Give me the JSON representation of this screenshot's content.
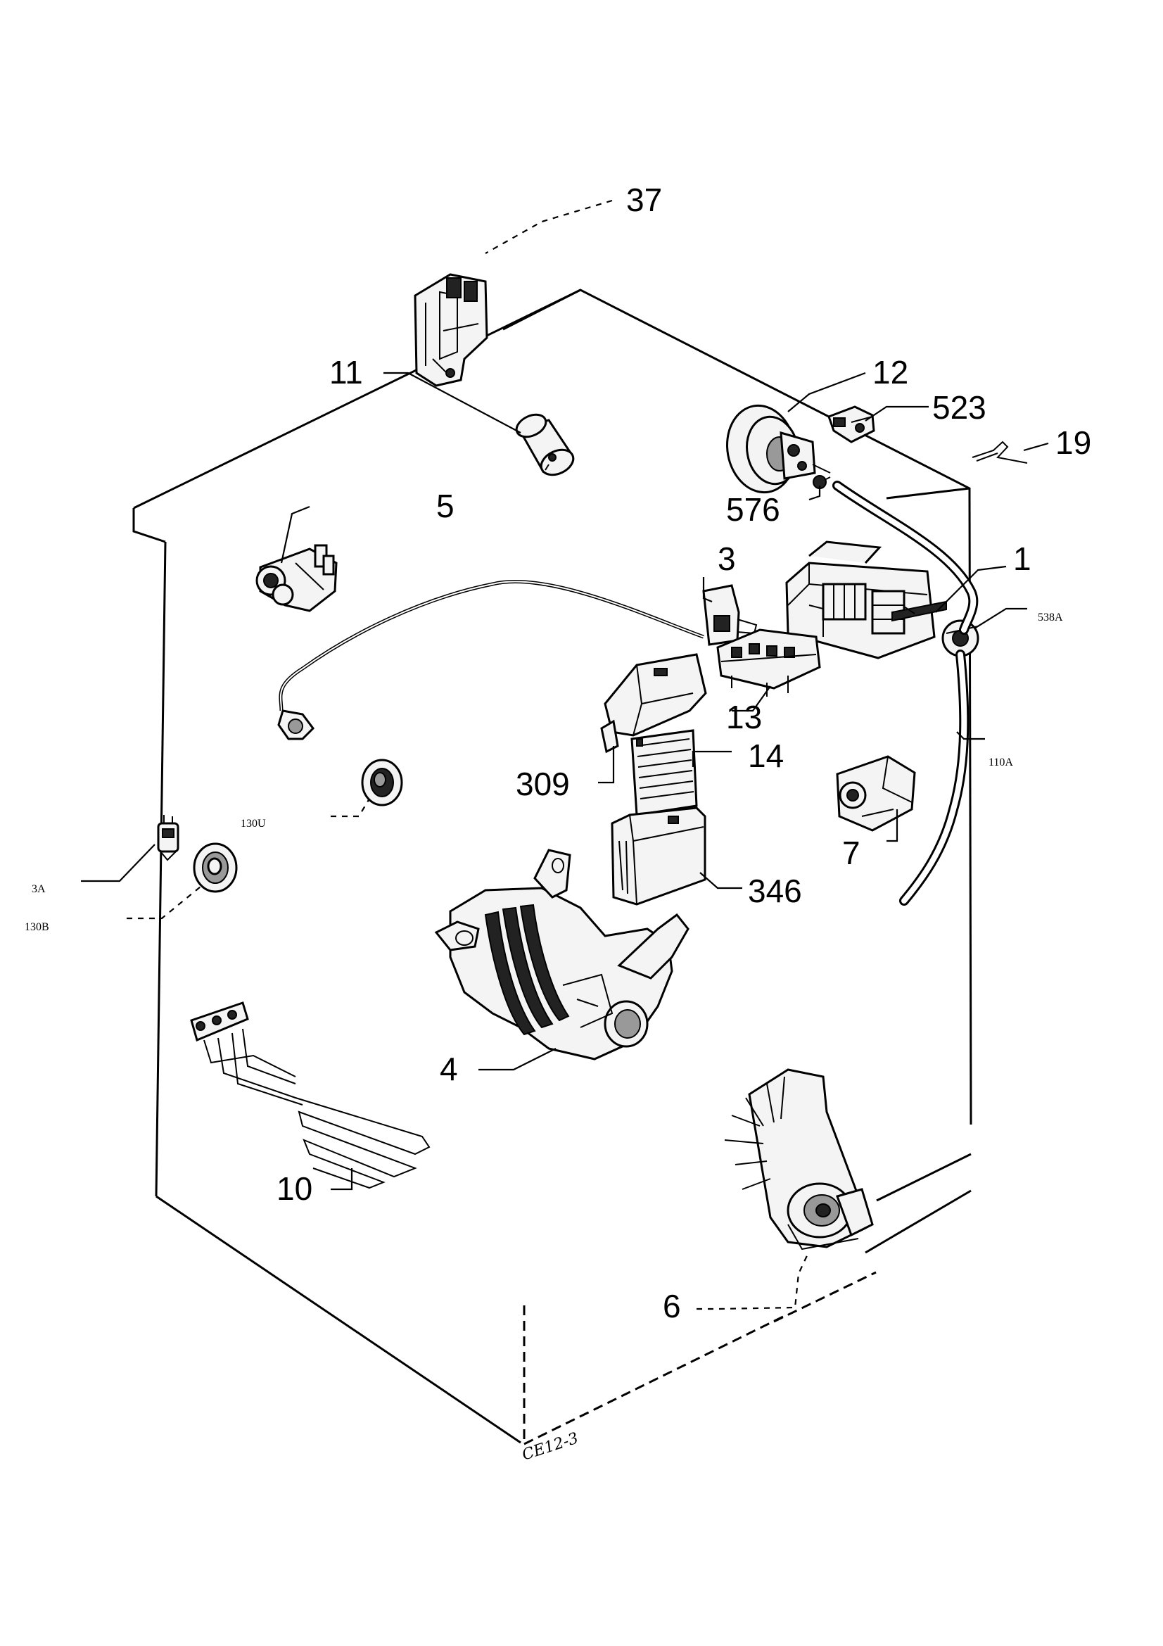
{
  "labels": {
    "p37": "37",
    "p11": "11",
    "p12": "12",
    "p523": "523",
    "p19": "19",
    "p5": "5",
    "p576": "576",
    "p3": "3",
    "p1": "1",
    "p538a_num": "538",
    "p538a_suf": "A",
    "p13": "13",
    "p110a_num": "110",
    "p110a_suf": "A",
    "p309": "309",
    "p14": "14",
    "p130u_num": "130",
    "p130u_suf": "U",
    "p7": "7",
    "p3a_num": "3",
    "p3a_suf": "A",
    "p130b_num": "130",
    "p130b_suf": "B",
    "p346": "346",
    "p4": "4",
    "p10": "10",
    "p6": "6"
  },
  "drawing_code": "CE12-3"
}
